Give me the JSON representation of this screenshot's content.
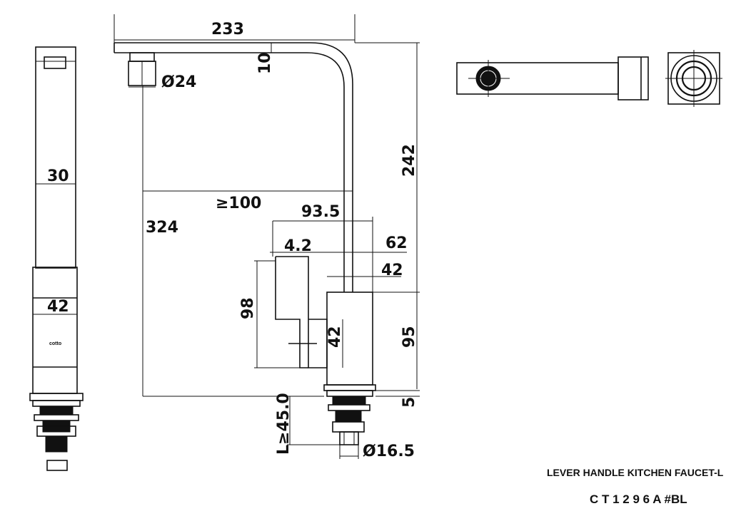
{
  "title": {
    "product_name": "LEVER HANDLE KITCHEN FAUCET-L",
    "model_code": "C T 1 2 9 6 A #BL"
  },
  "dimensions": {
    "spout_length": "233",
    "spout_thickness": "10",
    "aerator_diameter": "Ø24",
    "side_width_spout": "30",
    "side_width_body": "42",
    "height_spout": "242",
    "min_reach": "≥100",
    "total_height": "324",
    "body_offset": "93.5",
    "handle_gap": "4.2",
    "body_depth_62": "62",
    "body_depth_42": "42",
    "handle_height": "98",
    "handle_width": "42",
    "body_height": "95",
    "base_height": "5",
    "shank_length": "L≥45.0",
    "shank_diameter": "Ø16.5"
  },
  "logo_text": "cotto"
}
